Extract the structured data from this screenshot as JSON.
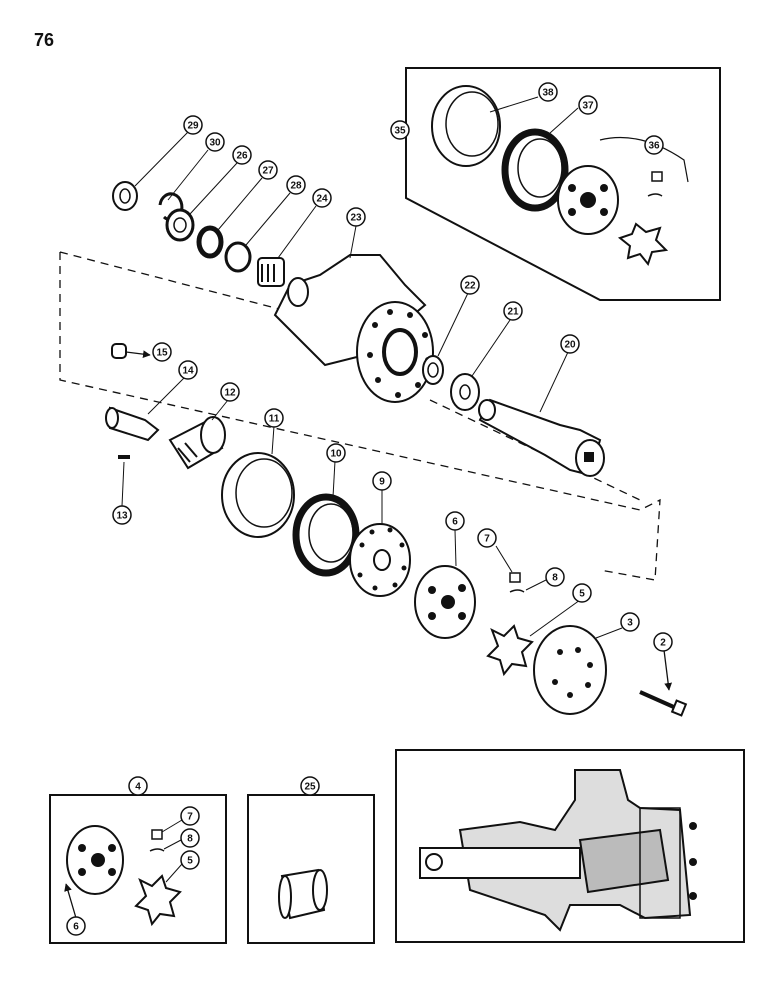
{
  "page_number": "76",
  "callouts": {
    "c2": "2",
    "c3": "3",
    "c4": "4",
    "c5": "5",
    "c6": "6",
    "c7": "7",
    "c8": "8",
    "c9": "9",
    "c10": "10",
    "c11": "11",
    "c12": "12",
    "c13": "13",
    "c14": "14",
    "c15": "15",
    "c20": "20",
    "c21": "21",
    "c22": "22",
    "c23": "23",
    "c24": "24",
    "c25": "25",
    "c26": "26",
    "c27": "27",
    "c28": "28",
    "c29": "29",
    "c30": "30",
    "c35": "35",
    "c36": "36",
    "c37": "37",
    "c38": "38",
    "i4_5": "5",
    "i4_6": "6",
    "i4_7": "7",
    "i4_8": "8"
  }
}
